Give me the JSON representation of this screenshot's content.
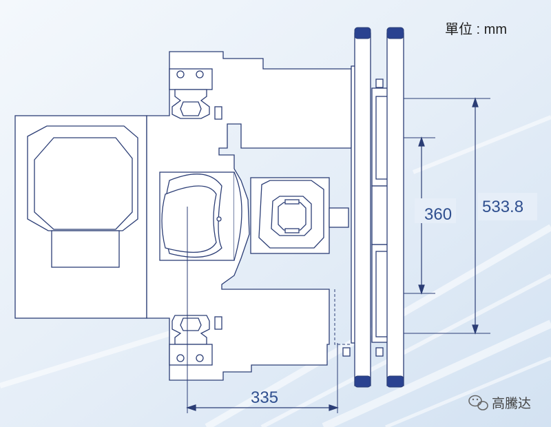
{
  "unit_label": "單位 : mm",
  "dimensions": {
    "horizontal": "335",
    "inner_vertical": "360",
    "outer_vertical": "533.8"
  },
  "watermark": {
    "text": "高騰达",
    "icon": "wechat-icon"
  },
  "colors": {
    "line": "#2b3d75",
    "dimension_text": "#2f4f8f",
    "seal_fill": "#2a4290",
    "background": "#e9f1f9"
  }
}
